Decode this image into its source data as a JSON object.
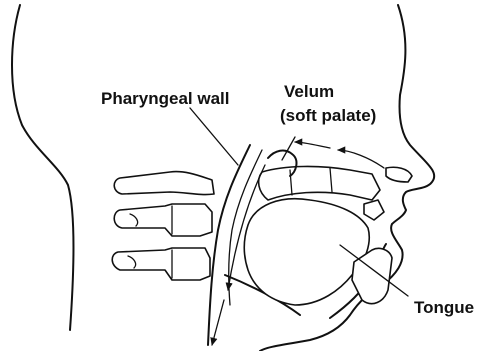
{
  "labels": {
    "pharyngeal_wall": "Pharyngeal wall",
    "velum_line1": "Velum",
    "velum_line2": "(soft palate)",
    "tongue": "Tongue"
  }
}
